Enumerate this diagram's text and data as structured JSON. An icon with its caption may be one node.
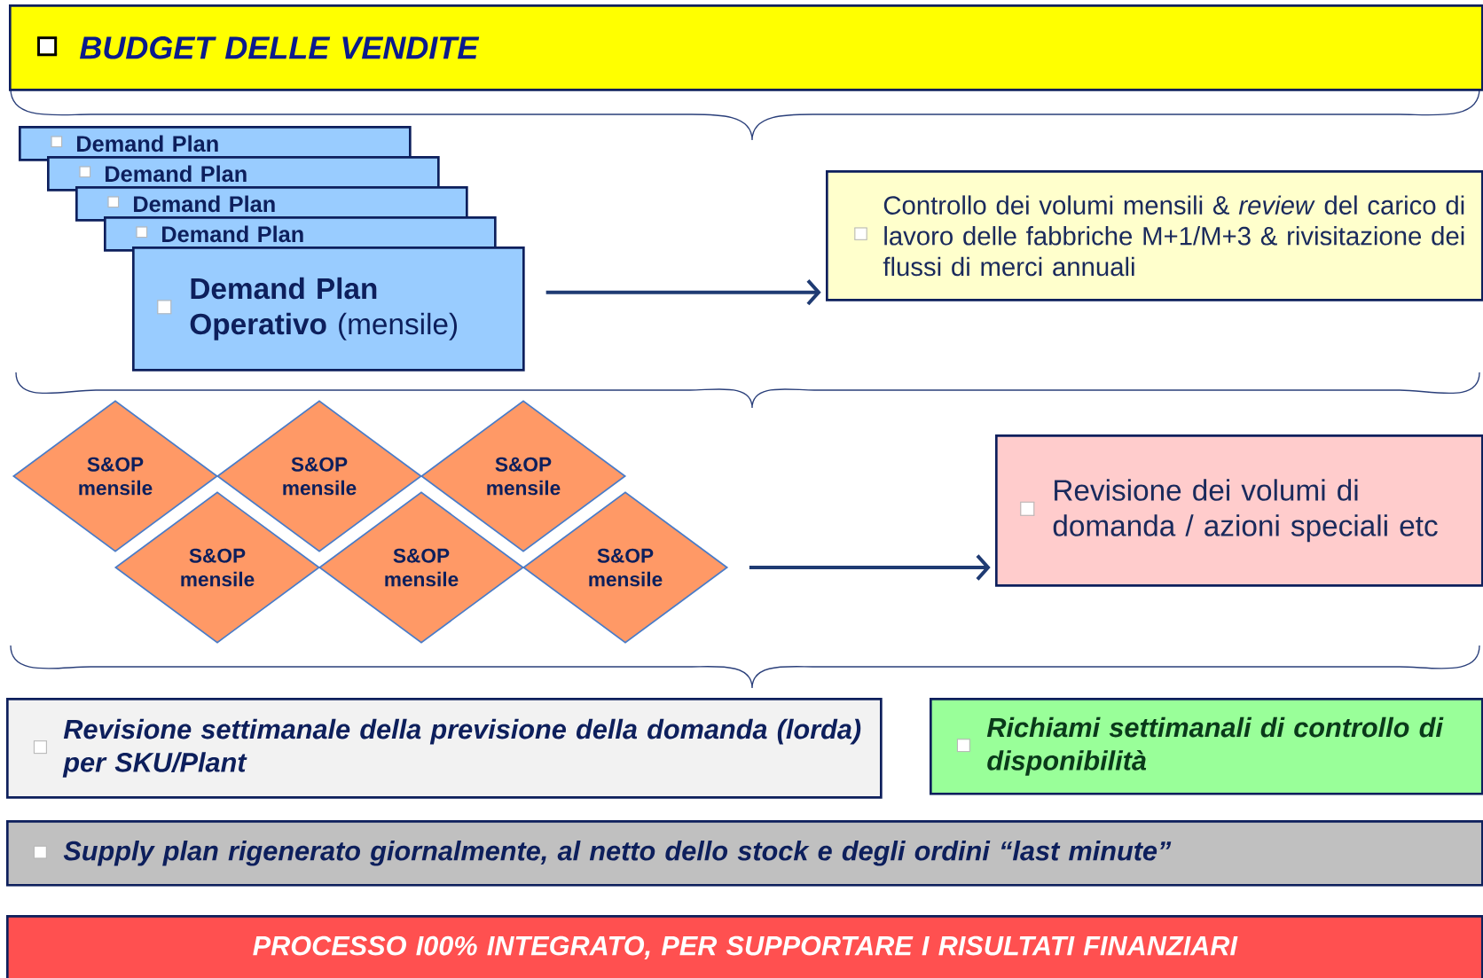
{
  "diagram": {
    "nodes": [
      {
        "text": [
          "BUDGET DELLE VENDITE"
        ]
      },
      {
        "text": [
          "Demand Plan"
        ]
      },
      {
        "text": [
          "Demand Plan"
        ]
      },
      {
        "text": [
          "Demand Plan"
        ]
      },
      {
        "text": [
          "Demand Plan"
        ]
      },
      {
        "text": [
          "**Demand Plan Operativo** (mensile)"
        ]
      },
      {
        "text": [
          "Controllo dei volumi mensili & *review* del carico di lavoro delle fabbriche M+1/M+3 & rivisitazione dei flussi di merci annuali"
        ]
      },
      {
        "text": [
          "S&OP mensile"
        ]
      },
      {
        "text": [
          "S&OP mensile"
        ]
      },
      {
        "text": [
          "S&OP mensile"
        ]
      },
      {
        "text": [
          "S&OP mensile"
        ]
      },
      {
        "text": [
          "S&OP mensile"
        ]
      },
      {
        "text": [
          "S&OP mensile"
        ]
      },
      {
        "text": [
          "Revisione dei volumi di domanda / azioni speciali etc"
        ]
      },
      {
        "text": [
          "Revisione settimanale della previsione della domanda (lorda) per SKU/Plant"
        ]
      },
      {
        "text": [
          "Richiami settimanali di controllo di disponibilità"
        ]
      },
      {
        "text": [
          "Supply plan rigenerato giornalmente, al netto dello stock e degli ordini “last minute”"
        ]
      },
      {
        "text": [
          "PROCESSO I00% INTEGRATO, PER SUPPORTARE I RISULTATI FINANZIARI"
        ]
      }
    ],
    "edges": [
      {
        "from": 5,
        "to": 6,
        "arrow": "to"
      },
      {
        "from": 12,
        "to": 13,
        "arrow": "to"
      }
    ]
  }
}
